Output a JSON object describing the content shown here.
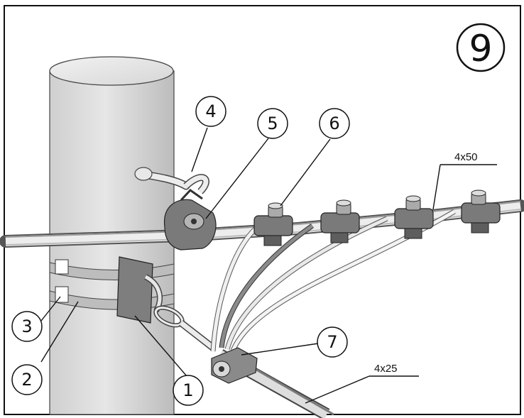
{
  "figure": {
    "number": "9",
    "cable_main": "4x50",
    "cable_drop": "4x25"
  },
  "callouts": [
    {
      "id": "1",
      "label": "1"
    },
    {
      "id": "2",
      "label": "2"
    },
    {
      "id": "3",
      "label": "3"
    },
    {
      "id": "4",
      "label": "4"
    },
    {
      "id": "5",
      "label": "5"
    },
    {
      "id": "6",
      "label": "6"
    },
    {
      "id": "7",
      "label": "7"
    }
  ],
  "colors": {
    "pole": "#d9d9d9",
    "cable_light": "#eeeeee",
    "cable_dark": "#8a8a8a",
    "connector": "#7a7a7a",
    "strap": "#bdbdbd",
    "ink": "#111111"
  }
}
